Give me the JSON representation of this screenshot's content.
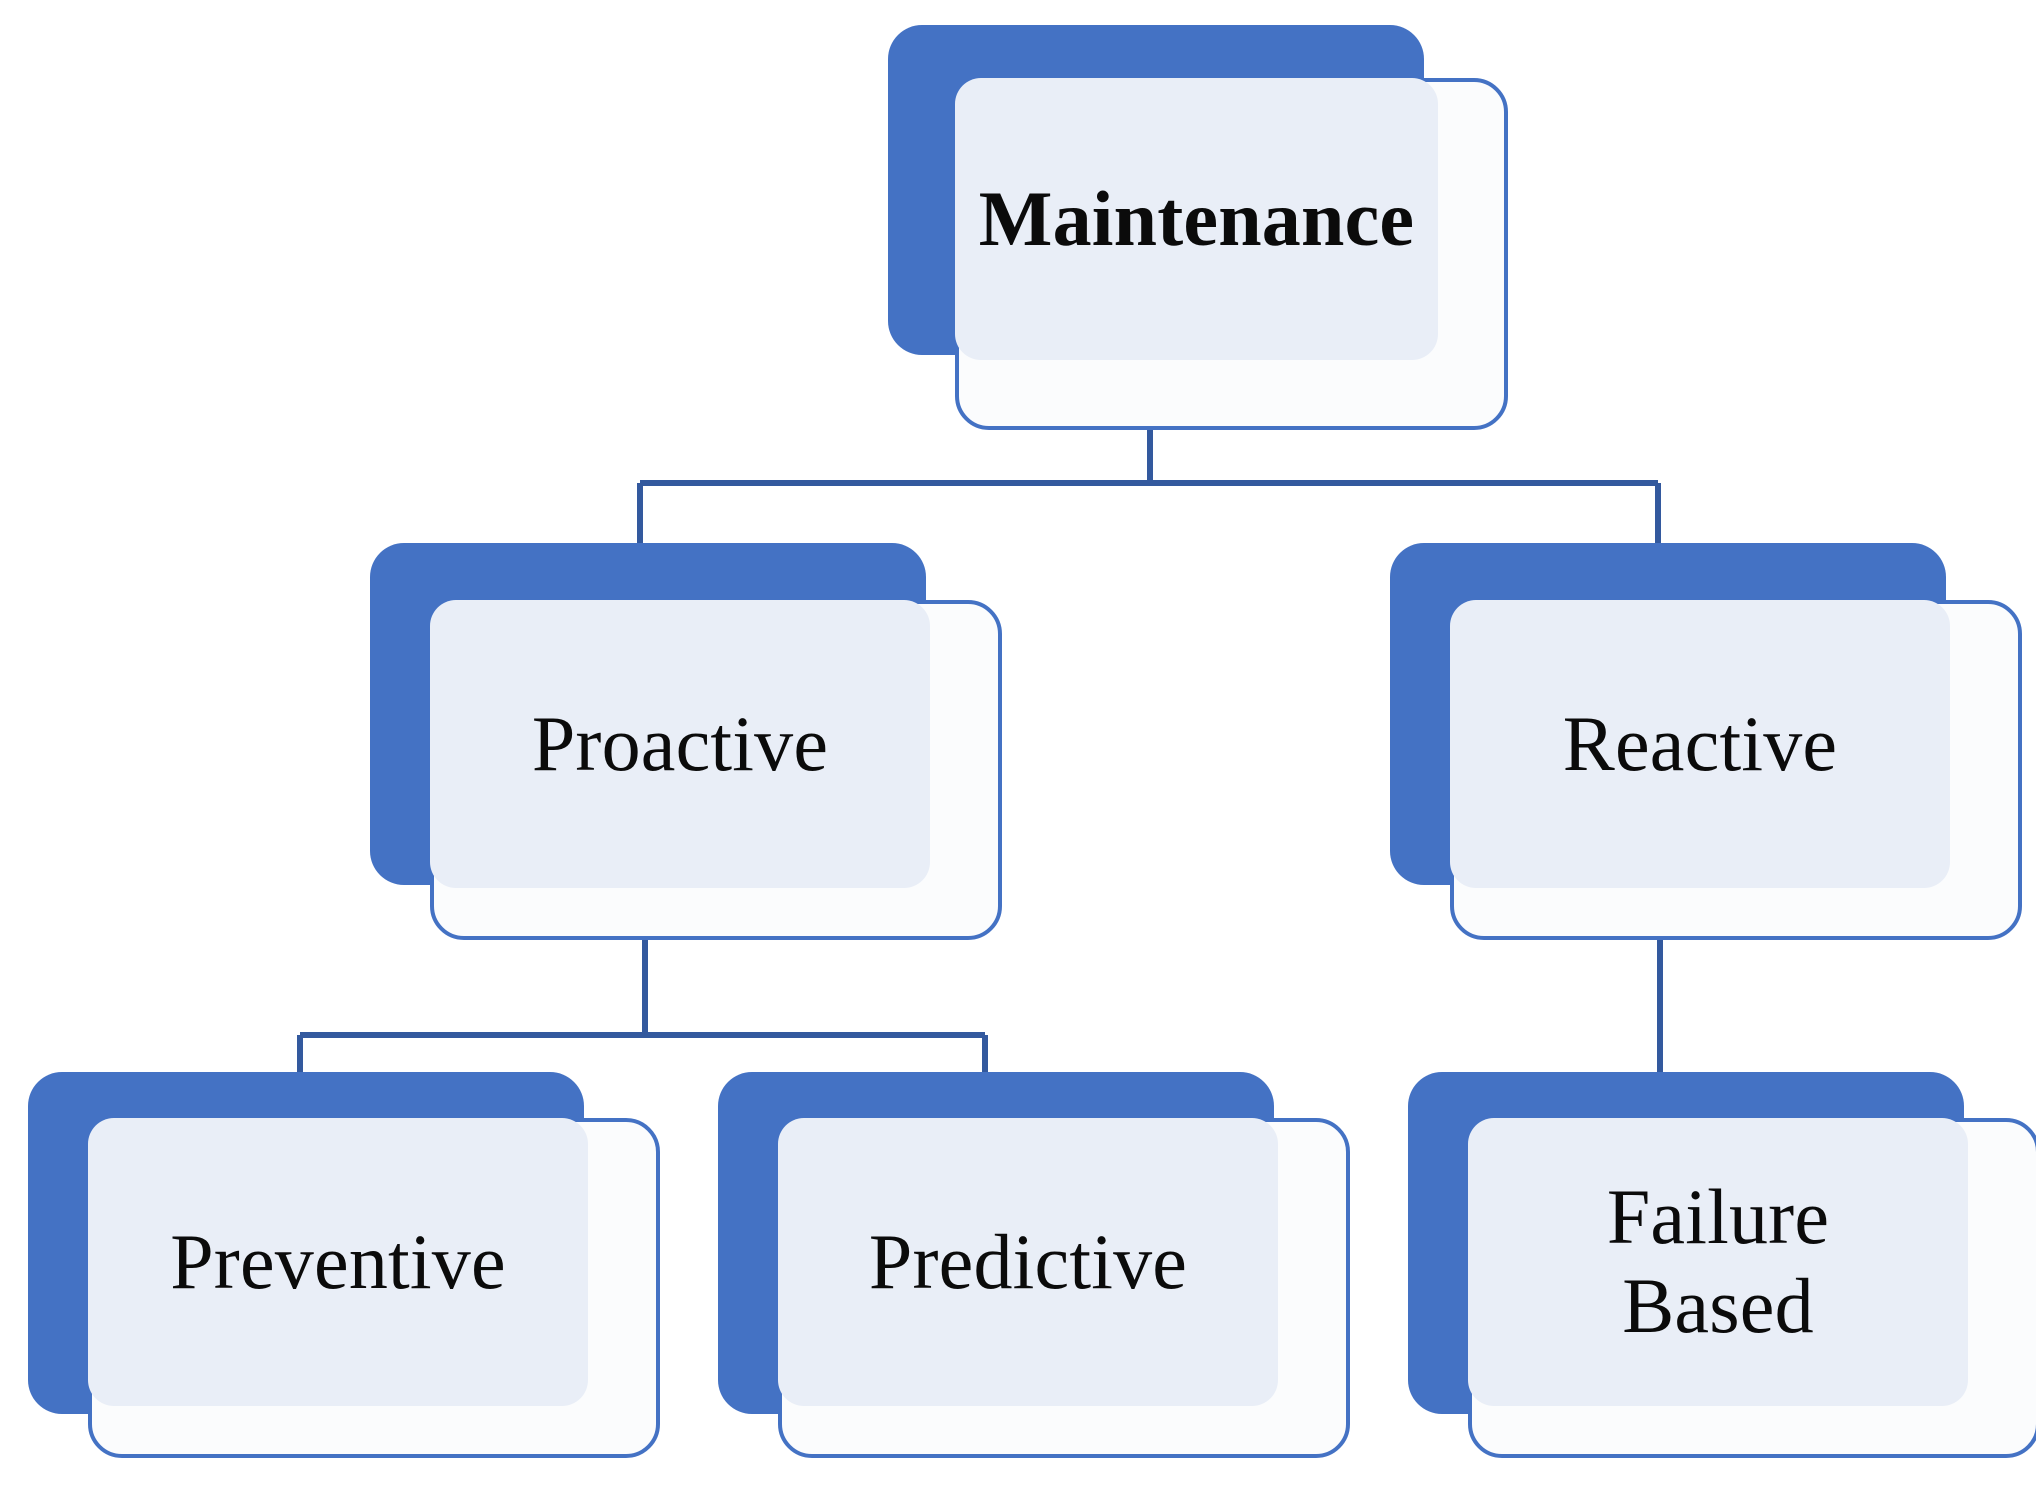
{
  "diagram": {
    "title": "Maintenance",
    "type": "hierarchy-tree",
    "orientation": "top-down",
    "levels": 3,
    "colors": {
      "slab_blue": "#4472C4",
      "card_border_blue": "#4472C4",
      "card_fill": "#FBFCFD",
      "panel_fill": "#E9EEF7",
      "connector_blue": "#33599E",
      "text": "#0B0B0B",
      "background": "#FFFFFF"
    },
    "nodes": [
      {
        "id": "maintenance",
        "label": "Maintenance",
        "level": 0,
        "bold": true,
        "parent": null
      },
      {
        "id": "proactive",
        "label": "Proactive",
        "level": 1,
        "bold": false,
        "parent": "maintenance"
      },
      {
        "id": "reactive",
        "label": "Reactive",
        "level": 1,
        "bold": false,
        "parent": "maintenance"
      },
      {
        "id": "preventive",
        "label": "Preventive",
        "level": 2,
        "bold": false,
        "parent": "proactive"
      },
      {
        "id": "predictive",
        "label": "Predictive",
        "level": 2,
        "bold": false,
        "parent": "proactive"
      },
      {
        "id": "failure",
        "label": "Failure\nBased",
        "level": 2,
        "bold": false,
        "parent": "reactive"
      }
    ],
    "edges": [
      {
        "from": "maintenance",
        "to": "proactive"
      },
      {
        "from": "maintenance",
        "to": "reactive"
      },
      {
        "from": "proactive",
        "to": "preventive"
      },
      {
        "from": "proactive",
        "to": "predictive"
      },
      {
        "from": "reactive",
        "to": "failure"
      }
    ]
  },
  "labels": {
    "maintenance": "Maintenance",
    "proactive": "Proactive",
    "reactive": "Reactive",
    "preventive": "Preventive",
    "predictive": "Predictive",
    "failure_based": "Failure\nBased"
  }
}
